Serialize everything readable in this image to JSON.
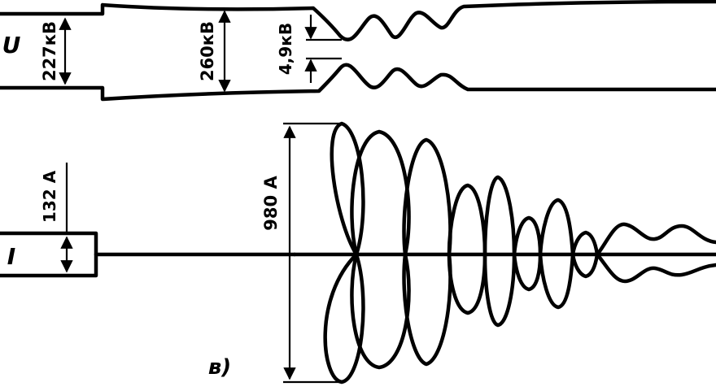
{
  "voltage_trace": {
    "label": "U",
    "dims": {
      "pre_fault": "227кВ",
      "peak": "260кВ",
      "gap": "4,9кВ"
    }
  },
  "current_trace": {
    "label": "I",
    "dims": {
      "pre_fault": "132 А",
      "inrush": "980 А"
    }
  },
  "panel_label": "в)",
  "colors": {
    "ink": "#000000",
    "paper": "#ffffff"
  }
}
